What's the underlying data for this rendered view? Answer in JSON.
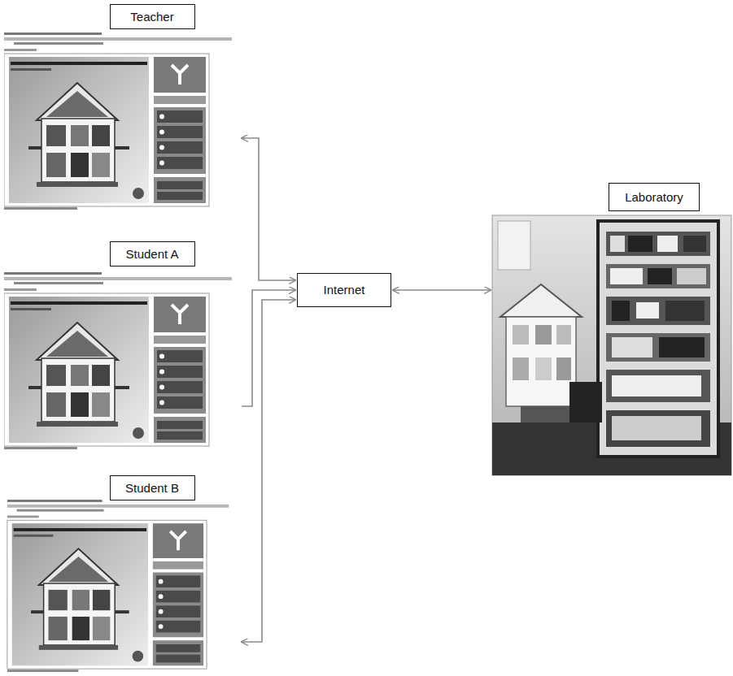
{
  "diagram": {
    "nodes": [
      {
        "text": [
          "Teacher"
        ]
      },
      {
        "text": [
          "Student A"
        ]
      },
      {
        "text": [
          "Student B"
        ]
      },
      {
        "text": [
          "Internet"
        ]
      },
      {
        "text": [
          "Laboratory"
        ]
      }
    ],
    "edges": [
      {
        "from": 0,
        "to": 3,
        "arrow": "both"
      },
      {
        "from": 1,
        "to": 3,
        "arrow": "to"
      },
      {
        "from": 2,
        "to": 3,
        "arrow": "both"
      },
      {
        "from": 3,
        "to": 4,
        "arrow": "both"
      }
    ]
  }
}
